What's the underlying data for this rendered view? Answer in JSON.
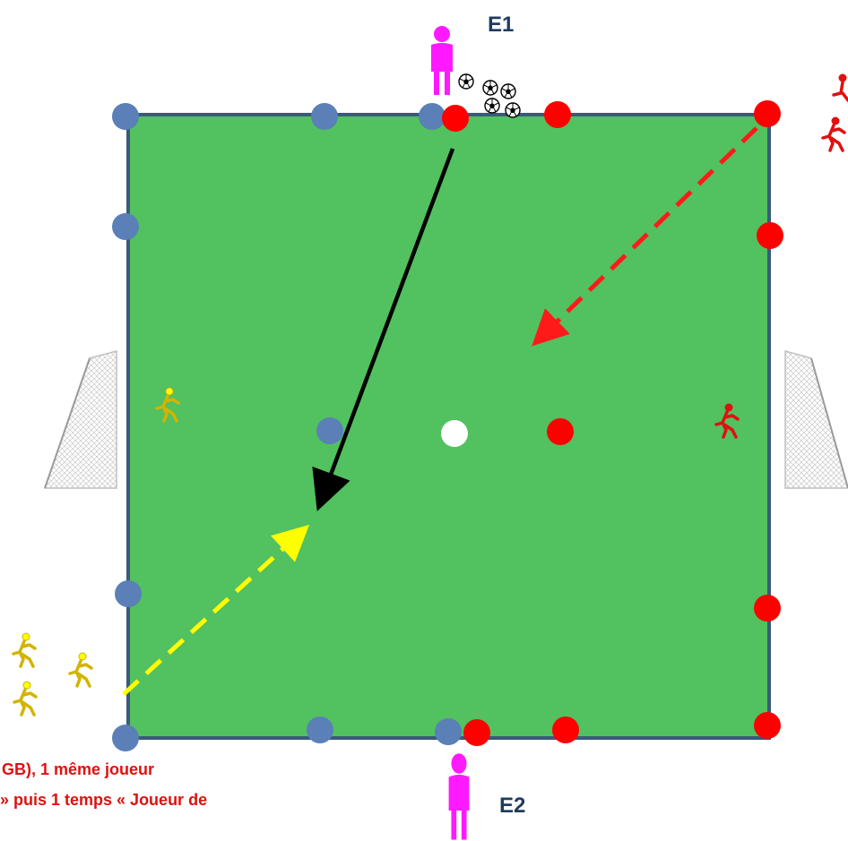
{
  "coaches": {
    "top": {
      "label": "E1"
    },
    "bottom": {
      "label": "E2"
    }
  },
  "caption": {
    "line1": "GB), 1 même joueur",
    "line2": "» puis 1 temps « Joueur de"
  },
  "colors": {
    "pitch": "#52c15f",
    "pitch_border": "#3a5a7a",
    "blue_cone": "#5b7fb7",
    "red_cone": "#ff0000",
    "ball_marker": "#ffffff",
    "coach": "#ff19ff",
    "yellow_team": "#ffff00",
    "red_team": "#e01010",
    "pass_arrow": "#000000",
    "caption_text": "#e01010",
    "coach_label": "#1f3b5c"
  },
  "icons": {
    "goal_left": "goal-net-icon",
    "goal_right": "goal-net-icon",
    "balls": "soccer-ball-icon",
    "runner": "running-player-icon",
    "coach": "standing-person-icon"
  }
}
